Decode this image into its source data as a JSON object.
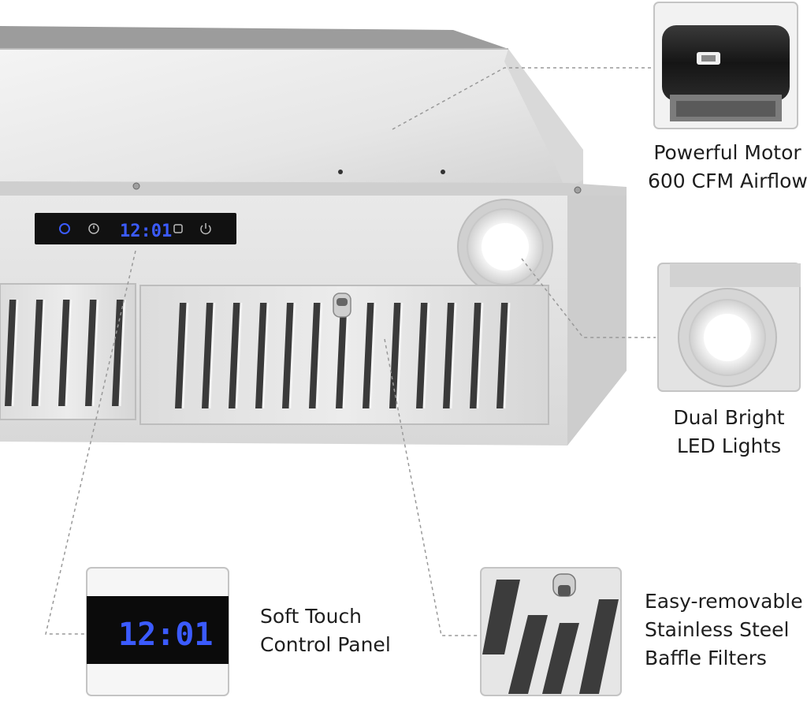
{
  "display": {
    "clock": "12:01"
  },
  "features": {
    "motor": {
      "icon": "motor-icon",
      "lines": [
        "Powerful Motor",
        "600 CFM Airflow"
      ]
    },
    "led": {
      "icon": "led-light-icon",
      "lines": [
        "Dual Bright",
        "LED Lights"
      ]
    },
    "panel": {
      "icon": "control-panel-icon",
      "lines": [
        "Soft Touch",
        "Control Panel"
      ]
    },
    "filter": {
      "icon": "baffle-filter-icon",
      "lines": [
        "Easy-removable",
        "Stainless Steel",
        "Baffle Filters"
      ]
    }
  },
  "colors": {
    "lcd_blue": "#3b5bff",
    "steel_light": "#eeeeee",
    "steel_dark": "#8a8a8a",
    "panel_black": "#111111"
  }
}
